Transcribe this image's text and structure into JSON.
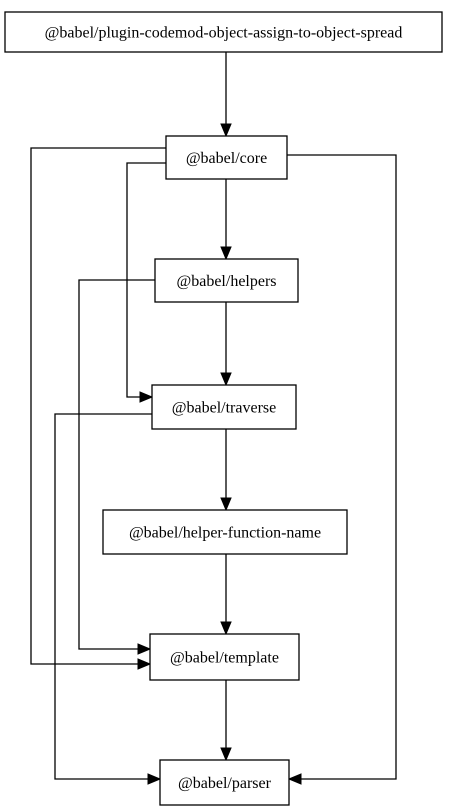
{
  "graph": {
    "nodes": [
      {
        "id": "n_plugin",
        "label": "@babel/plugin-codemod-object-assign-to-object-spread"
      },
      {
        "id": "n_core",
        "label": "@babel/core"
      },
      {
        "id": "n_helpers",
        "label": "@babel/helpers"
      },
      {
        "id": "n_traverse",
        "label": "@babel/traverse"
      },
      {
        "id": "n_hfn",
        "label": "@babel/helper-function-name"
      },
      {
        "id": "n_template",
        "label": "@babel/template"
      },
      {
        "id": "n_parser",
        "label": "@babel/parser"
      }
    ],
    "edges": [
      {
        "from": "n_plugin",
        "to": "n_core"
      },
      {
        "from": "n_core",
        "to": "n_helpers"
      },
      {
        "from": "n_core",
        "to": "n_traverse"
      },
      {
        "from": "n_core",
        "to": "n_template"
      },
      {
        "from": "n_core",
        "to": "n_parser"
      },
      {
        "from": "n_helpers",
        "to": "n_traverse"
      },
      {
        "from": "n_helpers",
        "to": "n_template"
      },
      {
        "from": "n_traverse",
        "to": "n_hfn"
      },
      {
        "from": "n_traverse",
        "to": "n_parser"
      },
      {
        "from": "n_hfn",
        "to": "n_template"
      },
      {
        "from": "n_template",
        "to": "n_parser"
      }
    ]
  }
}
